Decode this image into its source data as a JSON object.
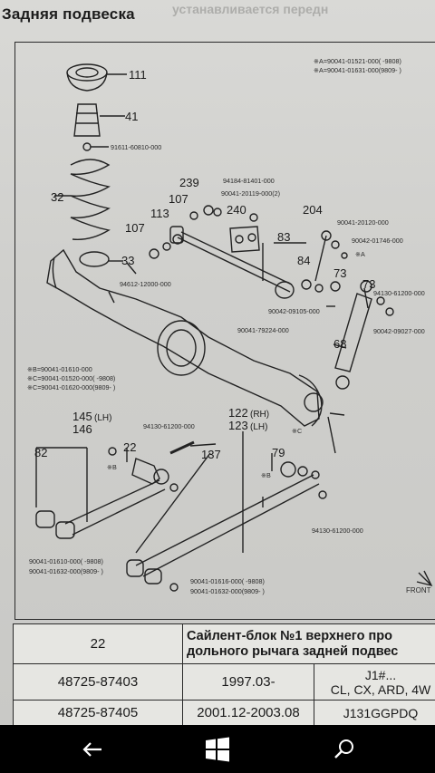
{
  "page": {
    "title": "Задняя подвеска",
    "background_faint": "устанавливается передн"
  },
  "diagram": {
    "callouts": {
      "c111": "111",
      "c41": "41",
      "c32": "32",
      "c33": "33",
      "c239": "239",
      "c107a": "107",
      "c113": "113",
      "c107b": "107",
      "c240": "240",
      "c204": "204",
      "c83": "83",
      "c84": "84",
      "c73a": "73",
      "c73b": "73",
      "c68": "68",
      "c145": "145",
      "c145lh": "(LH)",
      "c146": "146",
      "c82": "82",
      "c22": "22",
      "c137": "137",
      "c122": "122",
      "c123": "123",
      "c122rh": "(RH)",
      "c123lh": "(LH)",
      "c79": "79"
    },
    "part_numbers": {
      "pn_91611": "91611-60810-000",
      "pn_94184": "94184-81401-000",
      "pn_90041_20119": "90041-20119-000(2)",
      "pn_90041_20120": "90041-20120-000",
      "pn_90042_01746": "90042-01746-000",
      "pn_94130_61200a": "94130-61200-000",
      "pn_90042_09105": "90042-09105-000",
      "pn_90042_09027": "90042-09027-000",
      "pn_90041_79224": "90041-79224-000",
      "pn_94612": "94612-12000-000",
      "pn_94130_61200b": "94130-61200-000",
      "pn_94130_61200c": "94130-61200-000",
      "pn_90041_01610": "90041-01610-000(  -9808)",
      "pn_90041_01632a": "90041-01632-000(9809-   )",
      "pn_90041_01616": "90041-01616-000(  -9808)",
      "pn_90041_01632b": "90041-01632-000(9809-   )"
    },
    "footnotes": {
      "fa1": "※A=90041-01521-000(  -9808)",
      "fa2": "※A=90041-01631-000(9809-   )",
      "fb": "※B=90041-01610-000",
      "fc1": "※C=90041-01520-000(  -9808)",
      "fc2": "※C=90041-01620-000(9809-   )",
      "mark_a": "※A",
      "mark_b1": "※B",
      "mark_b2": "※B",
      "mark_c": "※C",
      "front": "FRONT"
    }
  },
  "table": {
    "header_no": "22",
    "header_desc_1": "Сайлент-блок №1 верхнего про",
    "header_desc_2": "дольного рычага задней подвес",
    "rows": [
      {
        "part": "48725-87403",
        "date": "1997.03-",
        "code_1": "J1#...",
        "code_2": "CL, CX, ARD, 4W"
      },
      {
        "part": "48725-87405",
        "date": "2001.12-2003.08",
        "code_1": "J131GGPDQ",
        "code_2": ""
      }
    ]
  },
  "navbar": {
    "back_icon": "back-arrow-icon",
    "start_icon": "windows-start-icon",
    "search_icon": "search-icon"
  }
}
